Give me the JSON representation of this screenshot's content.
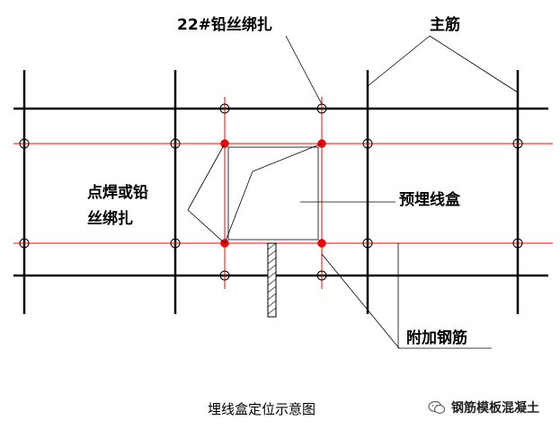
{
  "labels": {
    "tie_wire_top": "22#铅丝绑扎",
    "main_rebar": "主筋",
    "embedded_box": "预埋线盒",
    "weld_or_tie_line1": "点焊或铅",
    "weld_or_tie_line2": "丝绑扎",
    "additional_rebar": "附加钢筋"
  },
  "caption": "埋线盒定位示意图",
  "watermark": {
    "icon": "wechat-icon",
    "text": "钢筋模板混凝土"
  },
  "colors": {
    "main_lines": "#000000",
    "additional_lines": "#ff0000",
    "weld_points": "#ff0000"
  }
}
